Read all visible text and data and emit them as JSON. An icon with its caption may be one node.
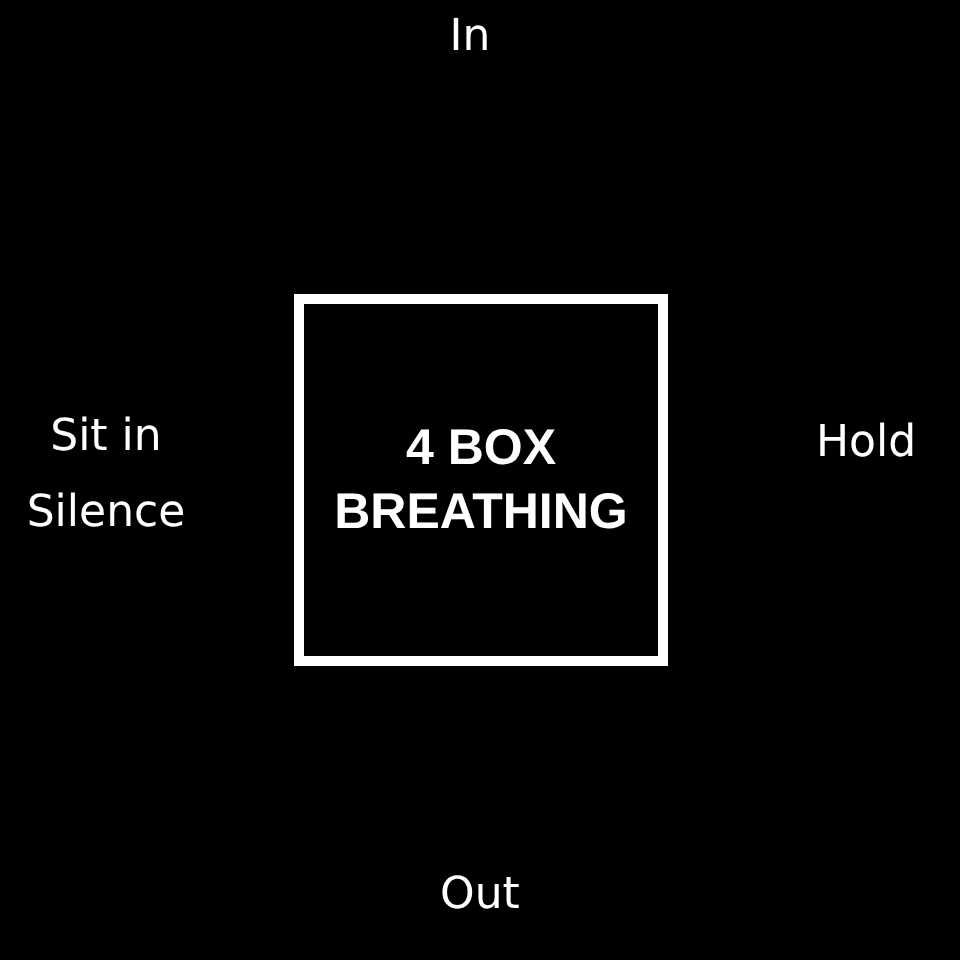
{
  "diagram": {
    "nodes": [
      {
        "text": [
          "4 BOX BREATHING"
        ]
      }
    ],
    "labels": [
      "In",
      "Sit in Silence",
      "Hold",
      "Out"
    ]
  }
}
